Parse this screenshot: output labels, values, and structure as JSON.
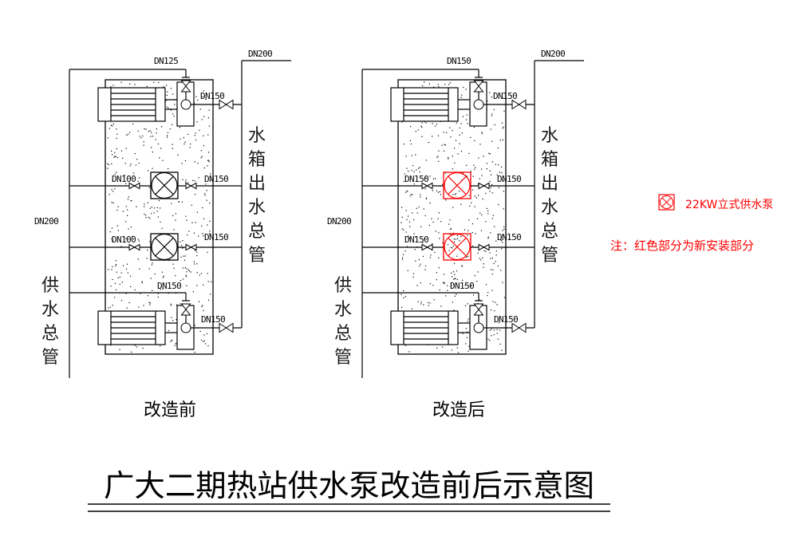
{
  "title": "广大二期热站供水泵改造前后示意图",
  "colors": {
    "line": "#000000",
    "new_part": "#ff0000",
    "label": "#1a1a1a"
  },
  "diagrams": [
    {
      "id": "before",
      "caption": "改造前",
      "supply_label": [
        "供",
        "水",
        "总",
        "管"
      ],
      "return_label": [
        "水",
        "箱",
        "出",
        "水",
        "总",
        "管"
      ],
      "labels": {
        "top_feed": "DN125",
        "return_main": "DN200",
        "top_outlet": "DN150",
        "row1_in": "DN100",
        "row1_out": "DN150",
        "row2_in": "DN100",
        "row2_out": "DN150",
        "supply_main": "DN200",
        "bottom_feed": "DN150",
        "bottom_outlet": "DN150"
      },
      "pumps_new": false
    },
    {
      "id": "after",
      "caption": "改造后",
      "supply_label": [
        "供",
        "水",
        "总",
        "管"
      ],
      "return_label": [
        "水",
        "箱",
        "出",
        "水",
        "总",
        "管"
      ],
      "labels": {
        "top_feed": "DN150",
        "return_main": "DN200",
        "top_outlet": "DN150",
        "row1_in": "DN150",
        "row1_out": "DN150",
        "row2_in": "DN150",
        "row2_out": "DN150",
        "supply_main": "DN200",
        "bottom_feed": "DN150",
        "bottom_outlet": "DN150"
      },
      "pumps_new": true
    }
  ],
  "legend": {
    "icon": "pump-symbol-icon",
    "text": "22KW立式供水泵",
    "note": "注：红色部分为新安装部分"
  }
}
